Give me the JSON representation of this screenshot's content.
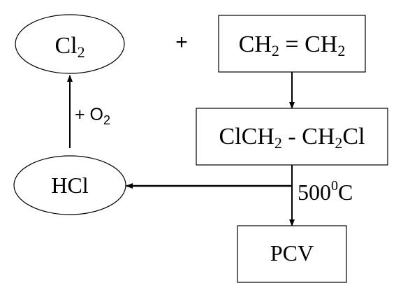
{
  "nodes": {
    "cl2": {
      "main": "Cl",
      "sub": "2"
    },
    "plus": "+",
    "ethylene": {
      "left": "CH",
      "left_sub": "2",
      "mid": " = CH",
      "right_sub": "2"
    },
    "dichloroethane": {
      "a": "ClCH",
      "a_sub": "2",
      "b": " - CH",
      "b_sub": "2",
      "c": "Cl"
    },
    "hcl": "HCl",
    "pcv": "PCV"
  },
  "labels": {
    "oxygen": {
      "prefix": "+ O",
      "sub": "2"
    },
    "temperature": {
      "value": "500",
      "sup": "0",
      "unit": "C"
    }
  },
  "colors": {
    "ink": "#000000",
    "background": "#ffffff"
  }
}
